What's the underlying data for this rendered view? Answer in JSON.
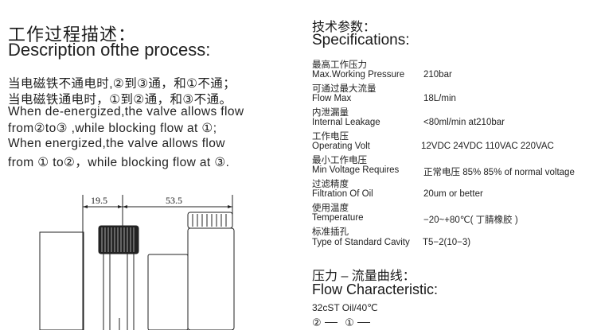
{
  "process": {
    "title_cn": "工作过程描述：",
    "title_en": "Description ofthe process:",
    "lines": [
      "当电磁铁不通电时,②到③通，和①不通；",
      "当电磁铁通电时，①到②通，和③不通。",
      "When de-energized,the valve allows flow",
      "from②to③ ,while blocking flow at ①;",
      "When energized,the valve allows flow",
      "from ① to②，while blocking flow at ③."
    ]
  },
  "drawing": {
    "dim_left": "19.5",
    "dim_right": "53.5"
  },
  "specs": {
    "title_cn": "技术参数：",
    "title_en": "Specifications:",
    "rows": [
      {
        "cn": "最高工作压力",
        "label": "Max.Working Pressure",
        "value": "210bar"
      },
      {
        "cn": "可通过最大流量",
        "label": "Flow Max",
        "value": "18L/min"
      },
      {
        "cn": "内泄漏量",
        "label": "Internal Leakage",
        "value": "<80ml/min at210bar"
      },
      {
        "cn": "工作电压",
        "label": "Operating Volt",
        "value": "12VDC 24VDC  110VAC 220VAC"
      },
      {
        "cn": "最小工作电压",
        "label": "Min Voltage Requires",
        "value": "正常电压 85% 85% of normal voltage"
      },
      {
        "cn": "过滤精度",
        "label": "Filtration Of Oil",
        "value": "20um or better"
      },
      {
        "cn": "使用温度",
        "label": "Temperature",
        "value": "−20~+80℃( 丁腈橡胶 )"
      },
      {
        "cn": "标准插孔",
        "label": "Type of Standard Cavity",
        "value": "T5−2(10−3)"
      }
    ]
  },
  "flow": {
    "title_cn": "压力 – 流量曲线：",
    "title_en": "Flow Characteristic:",
    "condition": "32cST Oil/40℃",
    "legend": [
      "②",
      "①"
    ]
  }
}
